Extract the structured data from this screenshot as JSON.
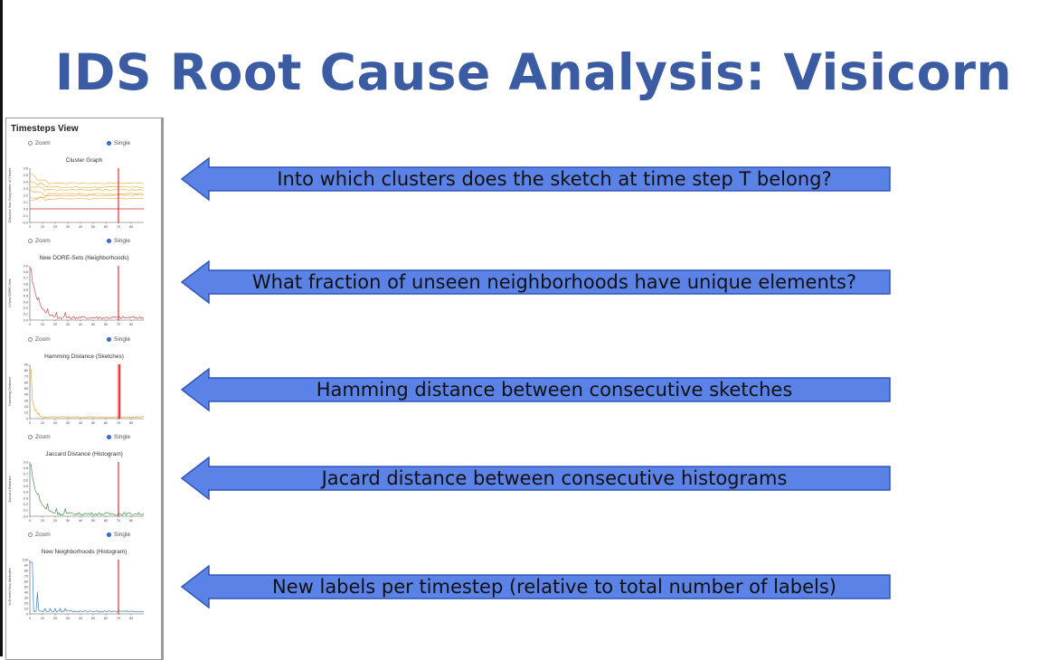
{
  "slide": {
    "title": "IDS Root Cause Analysis: Visicorn"
  },
  "panel": {
    "title": "Timesteps View",
    "options": {
      "zoom_label": "Zoom",
      "single_label": "Single"
    },
    "x_ticks": [
      "0",
      "10",
      "20",
      "30",
      "40",
      "50",
      "60",
      "70",
      "80"
    ],
    "charts": [
      {
        "title": "Cluster Graph",
        "ylabel": "Distance from Barycenter of Cluster",
        "y_ticks": [
          "0.6",
          "0.5",
          "0.4",
          "0.3",
          "0.2",
          "0.1",
          "0.0",
          "-0.1",
          "-0.2"
        ],
        "color": "#e8a830"
      },
      {
        "title": "New DORE-Sets (Neighborhoods)",
        "ylabel": "# New DORE-Sets",
        "y_ticks": [
          "0.9",
          "0.8",
          "0.7",
          "0.6",
          "0.5",
          "0.4",
          "0.3",
          "0.2",
          "0.1",
          "0.0"
        ],
        "color": "#d24a4a"
      },
      {
        "title": "Hamming Distance (Sketches)",
        "ylabel": "Hamming Distance",
        "y_ticks": [
          "90",
          "80",
          "70",
          "60",
          "50",
          "40",
          "30",
          "20",
          "10",
          "0"
        ],
        "color": "#e8a830"
      },
      {
        "title": "Jaccard Distance (Histogram)",
        "ylabel": "Jaccard Distance",
        "y_ticks": [
          "0.9",
          "0.8",
          "0.7",
          "0.6",
          "0.5",
          "0.4",
          "0.3",
          "0.2",
          "0.1",
          "0.0"
        ],
        "color": "#3d9a4a"
      },
      {
        "title": "New Neighborhoods (Histogram)",
        "ylabel": "% Events New Attributes",
        "y_ticks": [
          "100",
          "90",
          "80",
          "70",
          "60",
          "50",
          "40",
          "30",
          "20",
          "10",
          "0"
        ],
        "color": "#3f7fc0"
      }
    ],
    "marker_timestep": 70,
    "marker_color": "#d02020"
  },
  "callouts": [
    {
      "text": "Into which clusters does the sketch at time step T belong?"
    },
    {
      "text": "What fraction of unseen neighborhoods have unique elements?"
    },
    {
      "text": "Hamming distance between consecutive sketches"
    },
    {
      "text": "Jacard distance between consecutive histograms"
    },
    {
      "text": "New labels per timestep (relative to total number of labels)"
    }
  ],
  "colors": {
    "title": "#3b5ba3",
    "arrow_fill": "#5b82e6",
    "arrow_edge": "#2f55b8"
  }
}
